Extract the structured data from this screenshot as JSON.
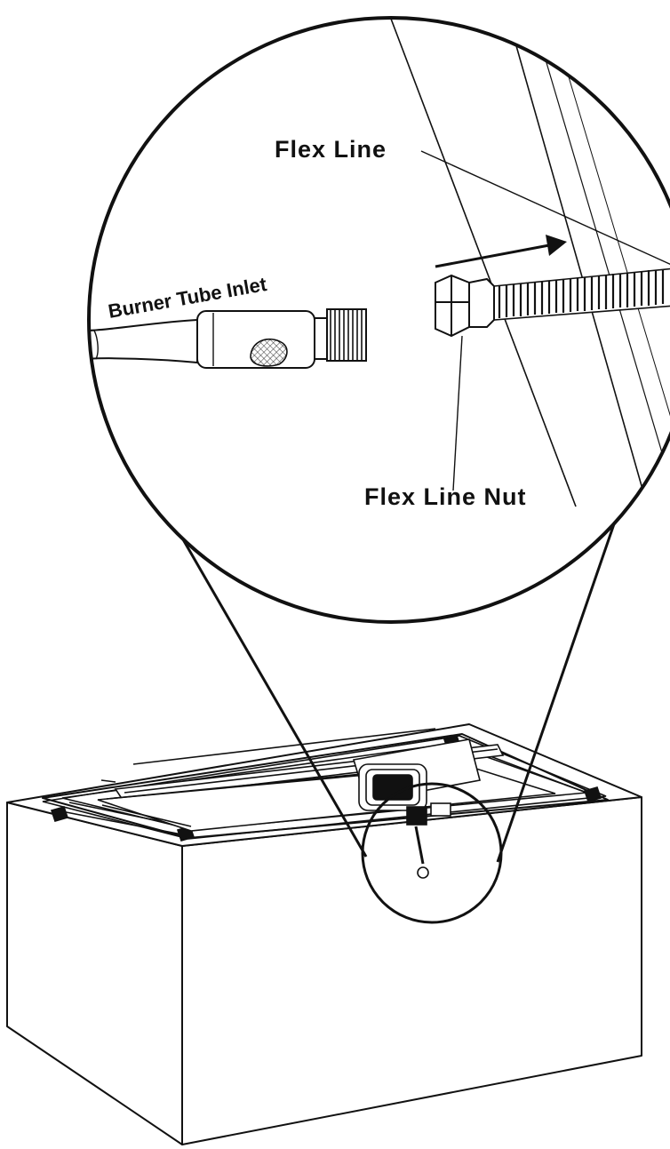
{
  "labels": {
    "flex_line": "Flex Line",
    "burner_tube_inlet": "Burner Tube Inlet",
    "flex_line_nut": "Flex Line Nut"
  },
  "colors": {
    "ink": "#111111",
    "background": "#ffffff",
    "mesh": "#333333"
  }
}
